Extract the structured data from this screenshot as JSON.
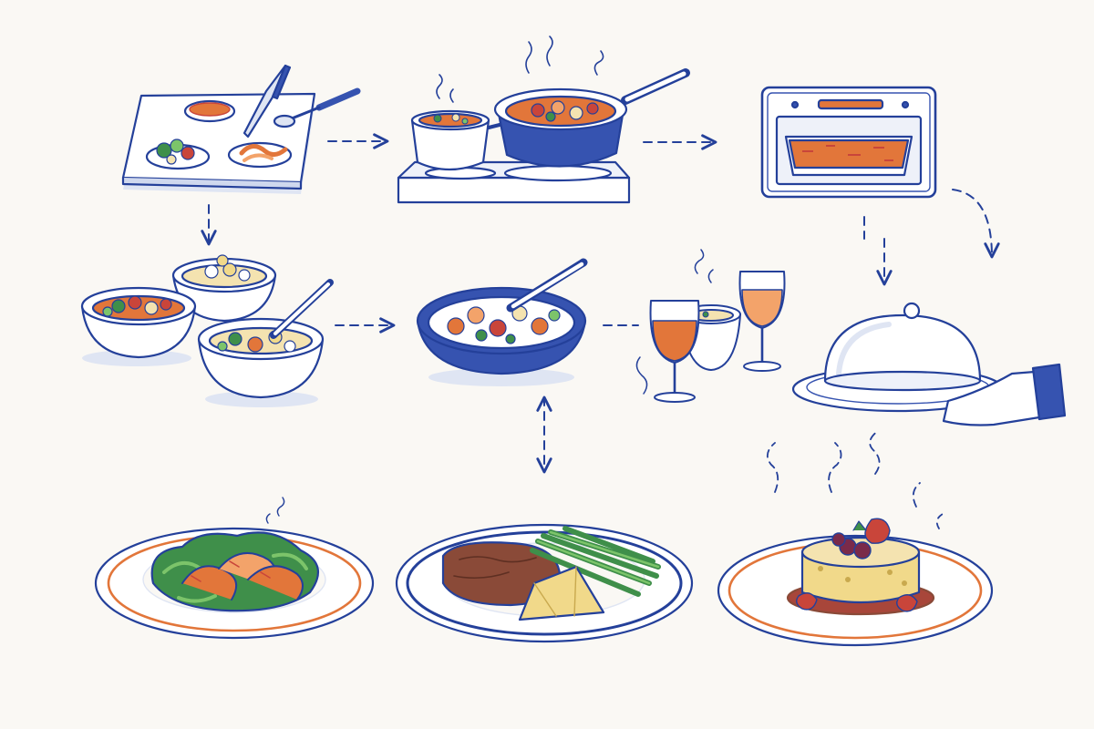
{
  "colors": {
    "background": "#faf8f4",
    "ink": "#24409a",
    "blue": "#3653b0",
    "blue_dark": "#1f3385",
    "orange": "#e2763a",
    "orange_light": "#f3a36a",
    "green": "#3f8f4a",
    "green_light": "#7cc46a",
    "red": "#c9453a",
    "steak": "#8a4a38",
    "cheese": "#f1d98a",
    "cream": "#f4e3b0",
    "shadow": "#dfe5f3"
  },
  "diagram": {
    "stages": [
      {
        "id": "prep",
        "icon": "cutting-board-icon"
      },
      {
        "id": "stovetop",
        "icon": "stovetop-icon"
      },
      {
        "id": "oven",
        "icon": "oven-icon"
      },
      {
        "id": "ingredient-bowls",
        "icon": "bowl-icon"
      },
      {
        "id": "saute",
        "icon": "pan-icon"
      },
      {
        "id": "drinks",
        "icon": "wine-glass-icon"
      },
      {
        "id": "serve-cloche",
        "icon": "cloche-icon"
      },
      {
        "id": "appetizer",
        "icon": "shrimp-salad-icon"
      },
      {
        "id": "main-course",
        "icon": "steak-plate-icon"
      },
      {
        "id": "dessert",
        "icon": "cheesecake-icon"
      }
    ],
    "connectors": [
      {
        "from": "prep",
        "to": "stovetop",
        "style": "dashed"
      },
      {
        "from": "stovetop",
        "to": "oven",
        "style": "dashed"
      },
      {
        "from": "prep",
        "to": "ingredient-bowls",
        "style": "dashed"
      },
      {
        "from": "ingredient-bowls",
        "to": "saute",
        "style": "dashed"
      },
      {
        "from": "saute",
        "to": "drinks",
        "style": "dashed"
      },
      {
        "from": "oven",
        "to": "serve-cloche",
        "style": "dashed"
      },
      {
        "from": "saute",
        "to": "main-course",
        "style": "dashed"
      }
    ]
  }
}
